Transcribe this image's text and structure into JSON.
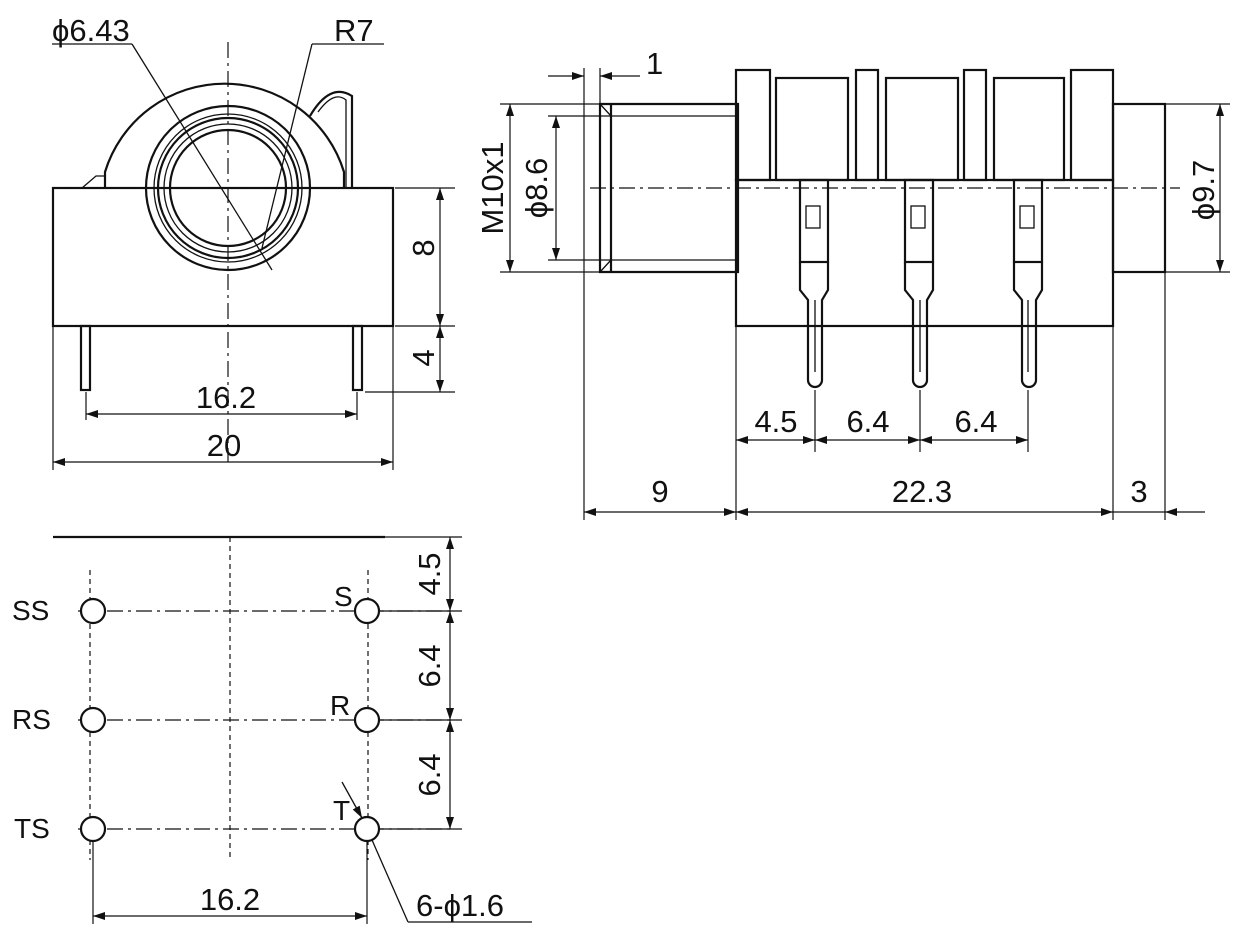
{
  "front_view": {
    "dim_diameter": "ϕ6.43",
    "dim_radius": "R7",
    "dim_pin_spacing": "16.2",
    "dim_width": "20",
    "dim_height_upper": "8",
    "dim_height_lower": "4"
  },
  "side_view": {
    "dim_flange": "1",
    "dim_thread": "M10x1",
    "dim_barrel_diameter": "ϕ8.6",
    "dim_rear_diameter": "ϕ9.7",
    "dim_pin_offset": "4.5",
    "dim_pin_pitch_1": "6.4",
    "dim_pin_pitch_2": "6.4",
    "dim_front_length": "9",
    "dim_body_length": "22.3",
    "dim_rear_length": "3"
  },
  "bottom_view": {
    "pins_left": [
      "SS",
      "RS",
      "TS"
    ],
    "pins_right": [
      "S",
      "R",
      "T"
    ],
    "dim_row_offset": "4.5",
    "dim_row_pitch_1": "6.4",
    "dim_row_pitch_2": "6.4",
    "dim_col_spacing": "16.2",
    "dim_holes": "6-ϕ1.6"
  }
}
